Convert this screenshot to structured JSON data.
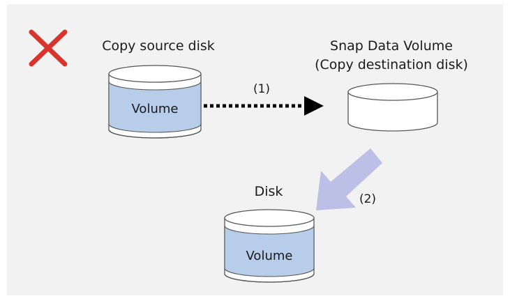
{
  "source": {
    "title": "Copy source disk",
    "volume_label": "Volume"
  },
  "destination": {
    "title_line1": "Snap Data Volume",
    "title_line2": "(Copy destination disk)"
  },
  "disk": {
    "title": "Disk",
    "volume_label": "Volume"
  },
  "steps": {
    "step1": "(1)",
    "step2": "(2)"
  },
  "icons": {
    "status": "cross-mark-icon",
    "copy_arrow": "dotted-arrow-icon",
    "write_arrow": "block-arrow-icon"
  },
  "colors": {
    "cross": "#d9342b",
    "volume_band": "#b8cdea",
    "write_arrow": "#bcc0e6",
    "panel": "#f2f2f2"
  }
}
